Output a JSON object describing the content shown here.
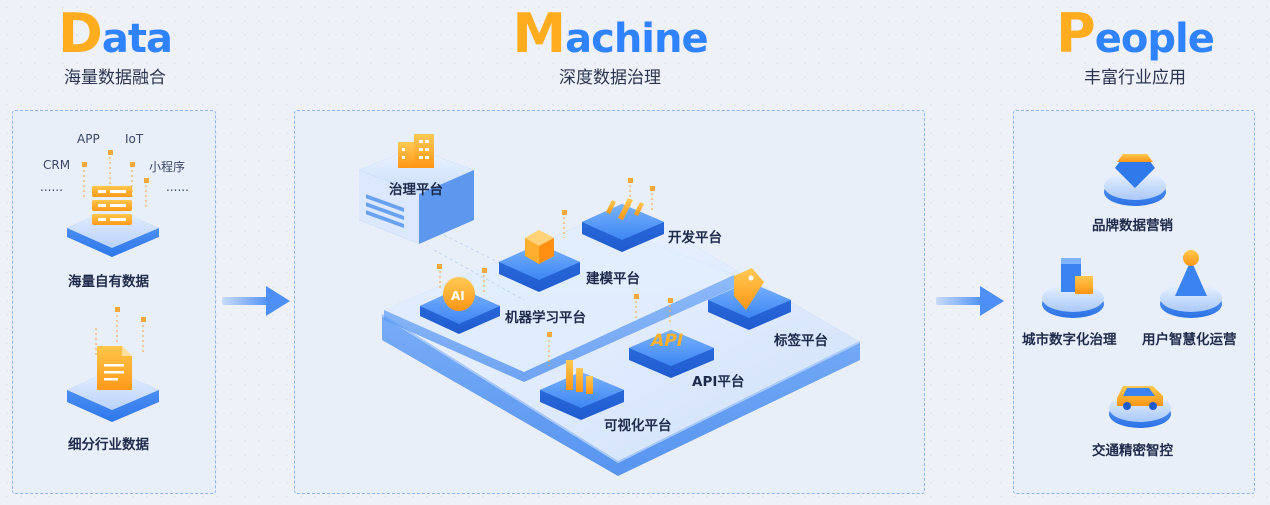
{
  "data_section": {
    "word_cap": "D",
    "word_rest": "ata",
    "subtitle": "海量数据融合",
    "sources": [
      "APP",
      "IoT",
      "CRM",
      "小程序",
      "......",
      "......"
    ],
    "block1": "海量自有数据",
    "block2": "细分行业数据"
  },
  "machine_section": {
    "word_cap": "M",
    "word_rest": "achine",
    "subtitle": "深度数据治理",
    "platforms": {
      "governance": "治理平台",
      "dev": "开发平台",
      "modeling": "建模平台",
      "ml": "机器学习平台",
      "tag": "标签平台",
      "api": "API平台",
      "viz": "可视化平台"
    },
    "ai_glyph": "AI",
    "api_glyph": "API"
  },
  "people_section": {
    "word_cap": "P",
    "word_rest": "eople",
    "subtitle": "丰富行业应用",
    "apps": [
      "品牌数据营销",
      "城市数字化治理",
      "用户智慧化运营",
      "交通精密智控"
    ]
  },
  "colors": {
    "brand_blue": "#2f83ff",
    "accent_orange": "#ffad1f"
  }
}
